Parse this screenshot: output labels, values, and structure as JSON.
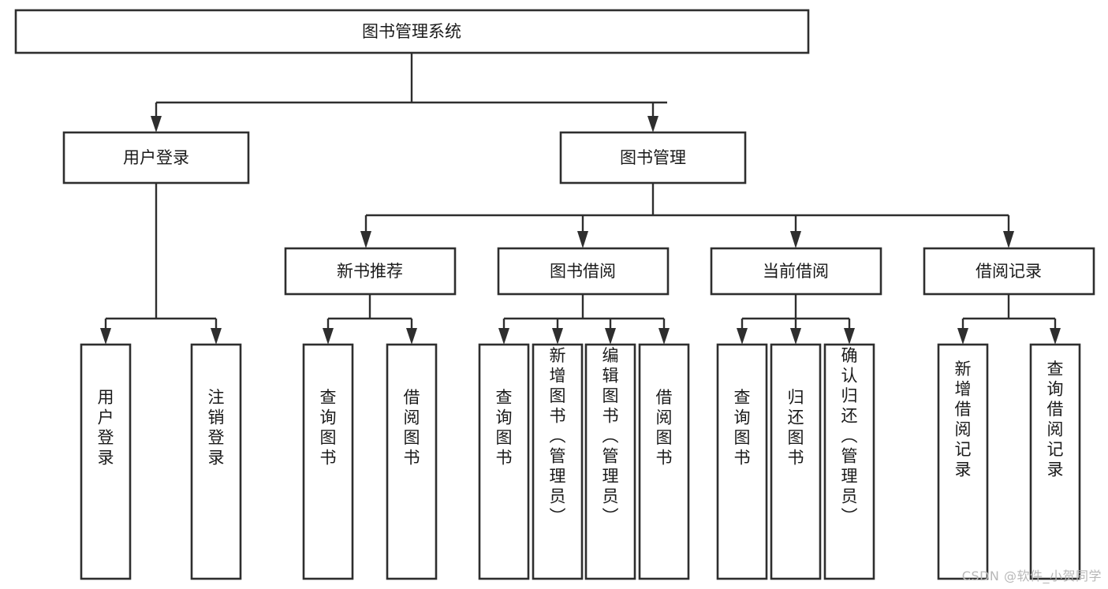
{
  "diagram": {
    "type": "tree-hierarchy-chart",
    "title": "图书管理系统",
    "watermark": "CSDN @软件_小贺同学",
    "colors": {
      "box_stroke": "#2e2e2e",
      "box_fill": "#ffffff",
      "connector": "#2e2e2e",
      "text": "#1a1a1a",
      "background": "#ffffff",
      "watermark": "#b8b8b8"
    },
    "levels": {
      "root": {
        "label": "图书管理系统"
      },
      "level2": [
        {
          "id": "user-login",
          "label": "用户登录"
        },
        {
          "id": "book-management",
          "label": "图书管理"
        }
      ],
      "level3": [
        {
          "id": "new-book-recommend",
          "label": "新书推荐",
          "parent": "book-management"
        },
        {
          "id": "book-borrow",
          "label": "图书借阅",
          "parent": "book-management"
        },
        {
          "id": "current-borrow",
          "label": "当前借阅",
          "parent": "book-management"
        },
        {
          "id": "borrow-record",
          "label": "借阅记录",
          "parent": "book-management"
        }
      ],
      "leaves": [
        {
          "id": "leaf-user-login",
          "label": "用户登录",
          "parent": "user-login"
        },
        {
          "id": "leaf-logout",
          "label": "注销登录",
          "parent": "user-login"
        },
        {
          "id": "leaf-query-book-1",
          "label": "查询图书",
          "parent": "new-book-recommend"
        },
        {
          "id": "leaf-borrow-book-1",
          "label": "借阅图书",
          "parent": "new-book-recommend"
        },
        {
          "id": "leaf-query-book-2",
          "label": "查询图书",
          "parent": "book-borrow"
        },
        {
          "id": "leaf-add-book",
          "label": "新增图书（管理员）",
          "parent": "book-borrow"
        },
        {
          "id": "leaf-edit-book",
          "label": "编辑图书（管理员）",
          "parent": "book-borrow"
        },
        {
          "id": "leaf-borrow-book-2",
          "label": "借阅图书",
          "parent": "book-borrow"
        },
        {
          "id": "leaf-query-book-3",
          "label": "查询图书",
          "parent": "current-borrow"
        },
        {
          "id": "leaf-return-book",
          "label": "归还图书",
          "parent": "current-borrow"
        },
        {
          "id": "leaf-confirm-return",
          "label": "确认归还（管理员）",
          "parent": "current-borrow"
        },
        {
          "id": "leaf-add-record",
          "label": "新增借阅记录",
          "parent": "borrow-record"
        },
        {
          "id": "leaf-query-record",
          "label": "查询借阅记录",
          "parent": "borrow-record"
        }
      ]
    }
  }
}
